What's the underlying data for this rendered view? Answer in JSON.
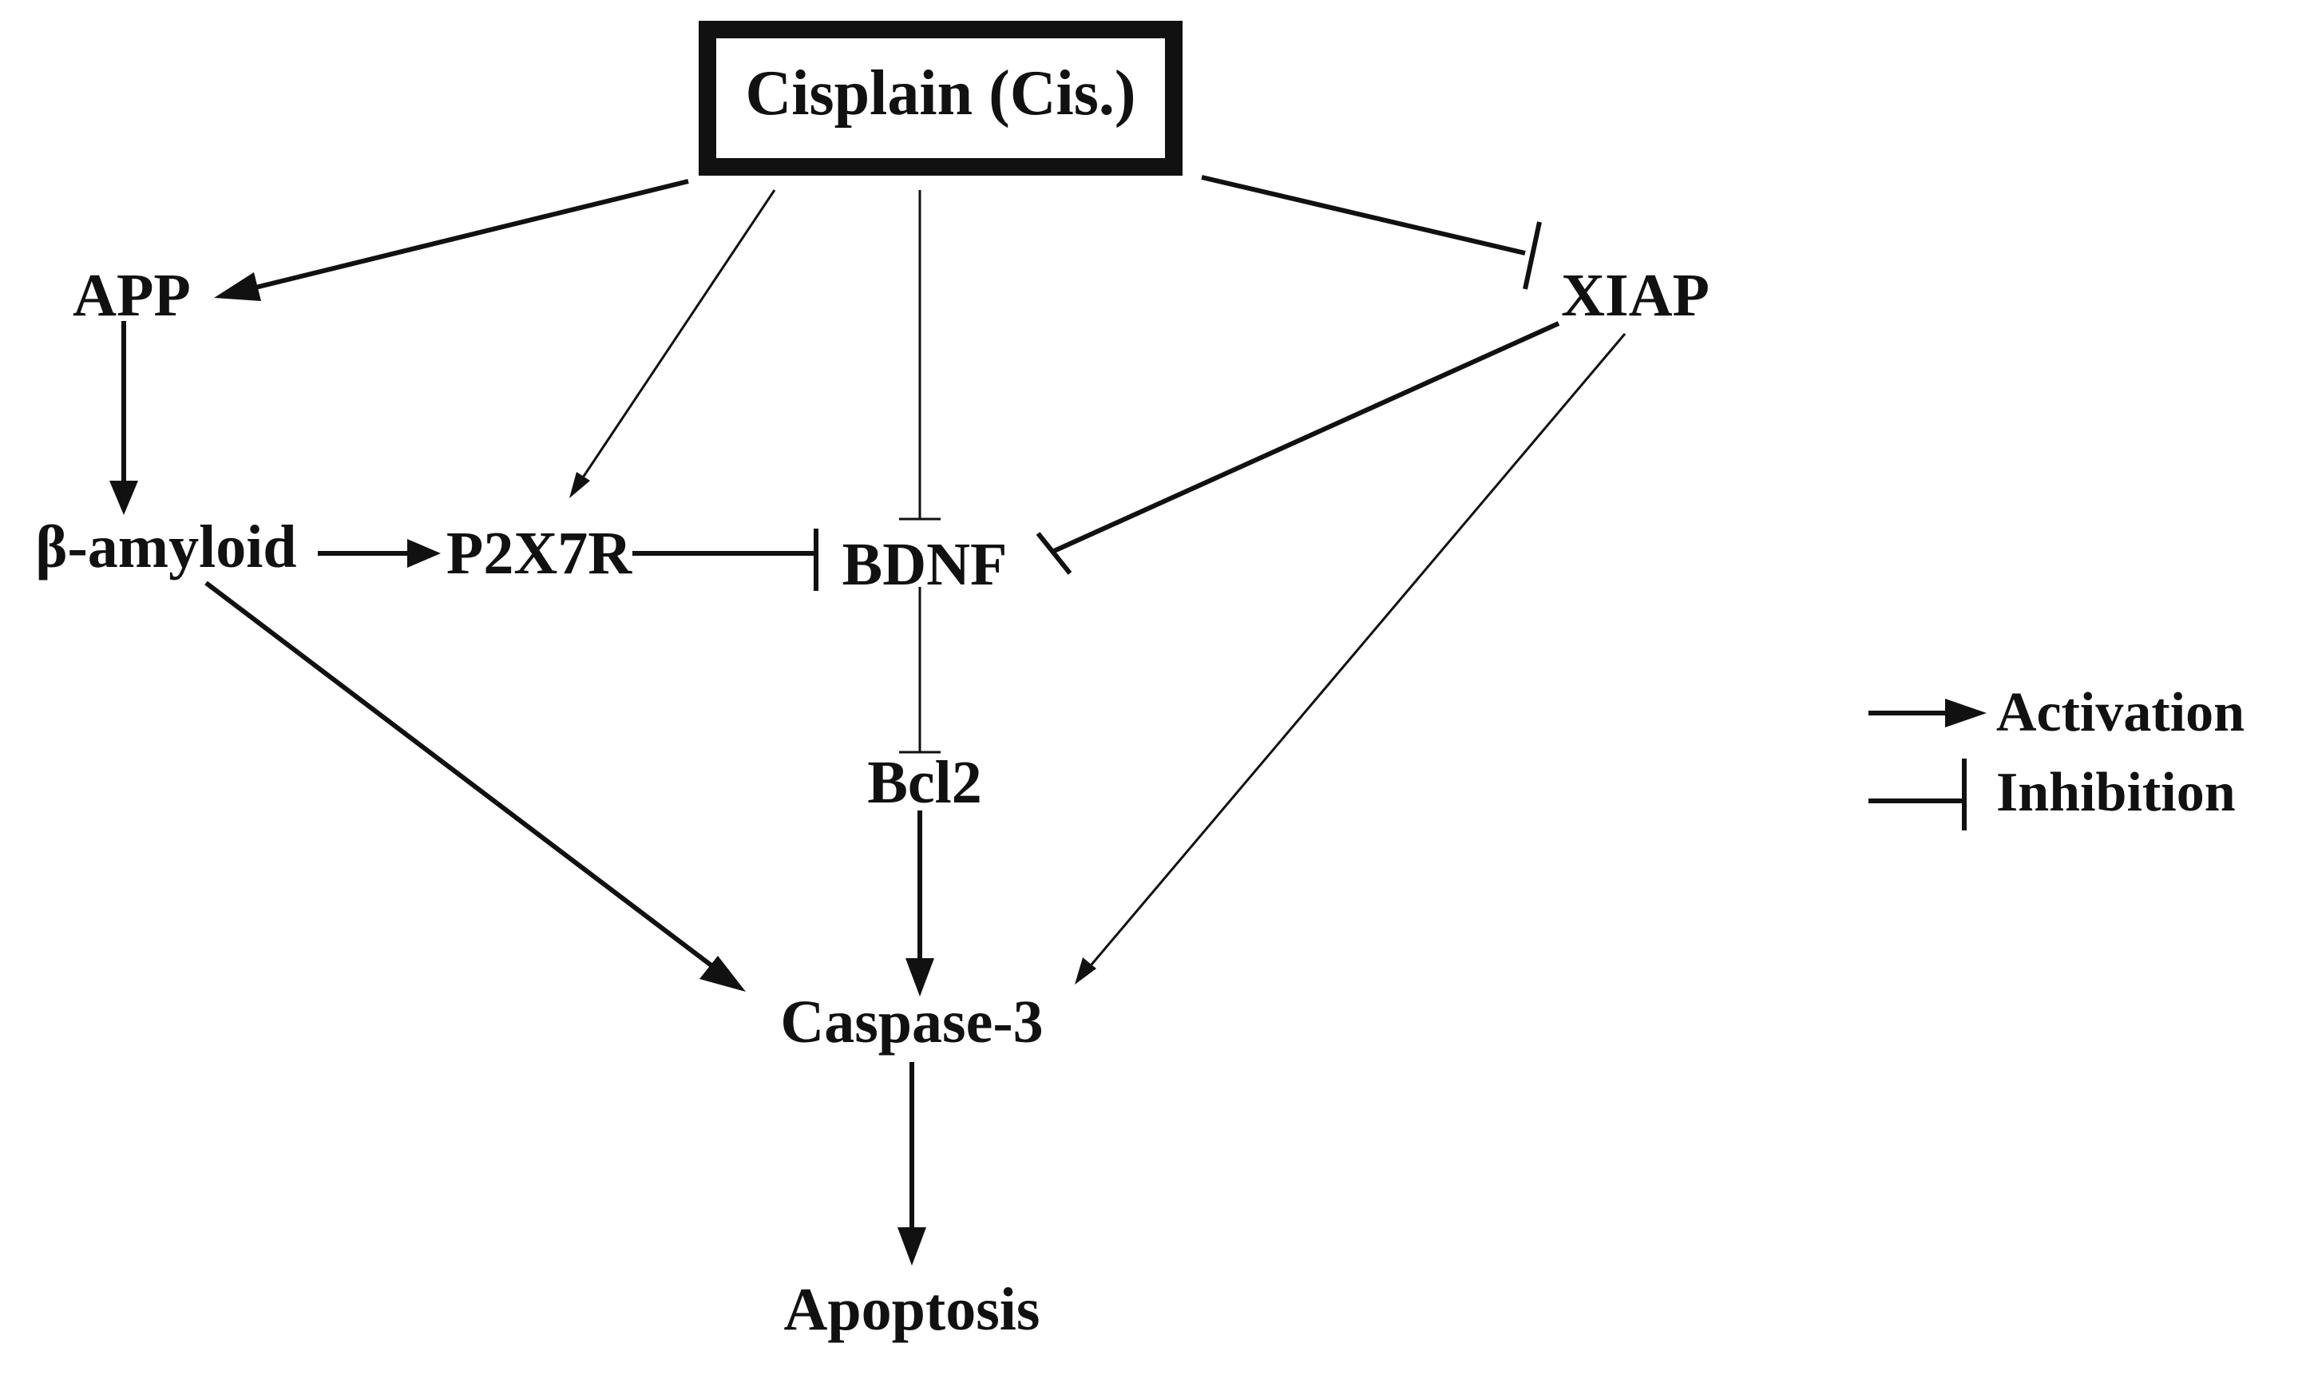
{
  "nodes": {
    "cisplatin": "Cisplain (Cis.)",
    "app": "APP",
    "xiap": "XIAP",
    "beta_amyloid": "β-amyloid",
    "p2x7r": "P2X7R",
    "bdnf": "BDNF",
    "bcl2": "Bcl2",
    "caspase3": "Caspase-3",
    "apoptosis": "Apoptosis"
  },
  "legend": {
    "activation": "Activation",
    "inhibition": "Inhibition"
  },
  "edges": [
    {
      "from": "Cisplain (Cis.)",
      "to": "APP",
      "type": "activation"
    },
    {
      "from": "Cisplain (Cis.)",
      "to": "P2X7R",
      "type": "activation"
    },
    {
      "from": "Cisplain (Cis.)",
      "to": "BDNF",
      "type": "inhibition"
    },
    {
      "from": "Cisplain (Cis.)",
      "to": "XIAP",
      "type": "inhibition"
    },
    {
      "from": "APP",
      "to": "β-amyloid",
      "type": "activation"
    },
    {
      "from": "β-amyloid",
      "to": "P2X7R",
      "type": "activation"
    },
    {
      "from": "β-amyloid",
      "to": "Caspase-3",
      "type": "activation"
    },
    {
      "from": "P2X7R",
      "to": "BDNF",
      "type": "inhibition"
    },
    {
      "from": "XIAP",
      "to": "BDNF",
      "type": "inhibition"
    },
    {
      "from": "XIAP",
      "to": "Caspase-3",
      "type": "activation"
    },
    {
      "from": "BDNF",
      "to": "Bcl2",
      "type": "inhibition"
    },
    {
      "from": "Bcl2",
      "to": "Caspase-3",
      "type": "activation"
    },
    {
      "from": "Caspase-3",
      "to": "Apoptosis",
      "type": "activation"
    }
  ]
}
